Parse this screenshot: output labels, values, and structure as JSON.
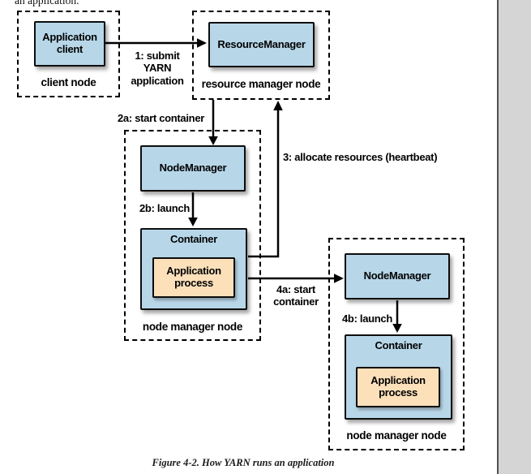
{
  "page": {
    "top_text": "an application.",
    "caption": "Figure 4-2. How YARN runs an application"
  },
  "colors": {
    "node_fill": "#b7d7e9",
    "process_fill": "#fbe0ba",
    "sidebar_strip": "#d5d5d5",
    "sidebar_border": "#4e5054"
  },
  "diagram": {
    "client_node": {
      "box": "Application\nclient",
      "label": "client node"
    },
    "resource_manager_node": {
      "box": "ResourceManager",
      "label": "resource manager node"
    },
    "node_manager_node_1": {
      "node_manager": "NodeManager",
      "container": "Container",
      "process": "Application\nprocess",
      "label": "node manager node"
    },
    "node_manager_node_2": {
      "node_manager": "NodeManager",
      "container": "Container",
      "process": "Application\nprocess",
      "label": "node manager node"
    },
    "edges": {
      "submit": "1: submit\nYARN\napplication",
      "start_container_2a": "2a: start container",
      "launch_2b": "2b: launch",
      "heartbeat": "3: allocate resources (heartbeat)",
      "start_container_4a": "4a: start\ncontainer",
      "launch_4b": "4b: launch"
    }
  }
}
